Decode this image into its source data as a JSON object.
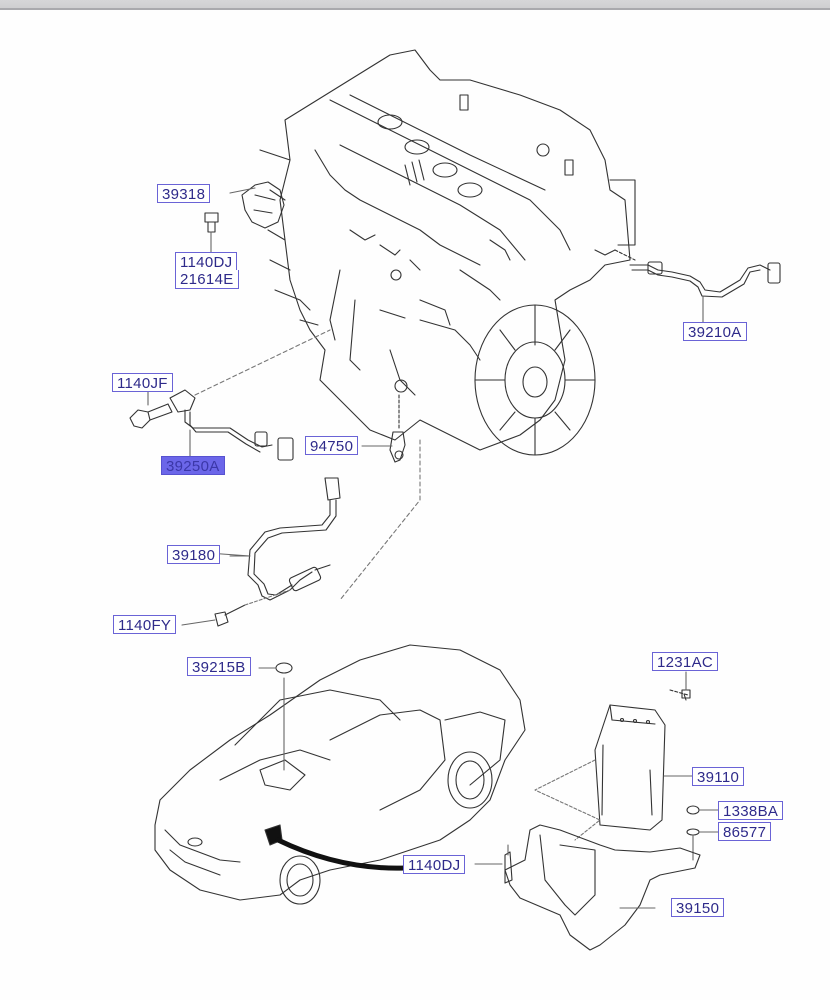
{
  "diagram": {
    "title": "Engine Control Module & Sensors",
    "highlight_color": "#6b66e9",
    "label_border_color": "#6a63d6",
    "label_text_color": "#2e2a8a",
    "parts": {
      "p39318": "39318",
      "p1140DJ_top": "1140DJ",
      "p21614E": "21614E",
      "p39210A": "39210A",
      "p1140JF": "1140JF",
      "p39250A": "39250A",
      "p94750": "94750",
      "p39180": "39180",
      "p1140FY": "1140FY",
      "p39215B": "39215B",
      "p1231AC": "1231AC",
      "p39110": "39110",
      "p1338BA": "1338BA",
      "p86577": "86577",
      "p1140DJ_bottom": "1140DJ",
      "p39150": "39150"
    },
    "selected_part": "39250A"
  }
}
